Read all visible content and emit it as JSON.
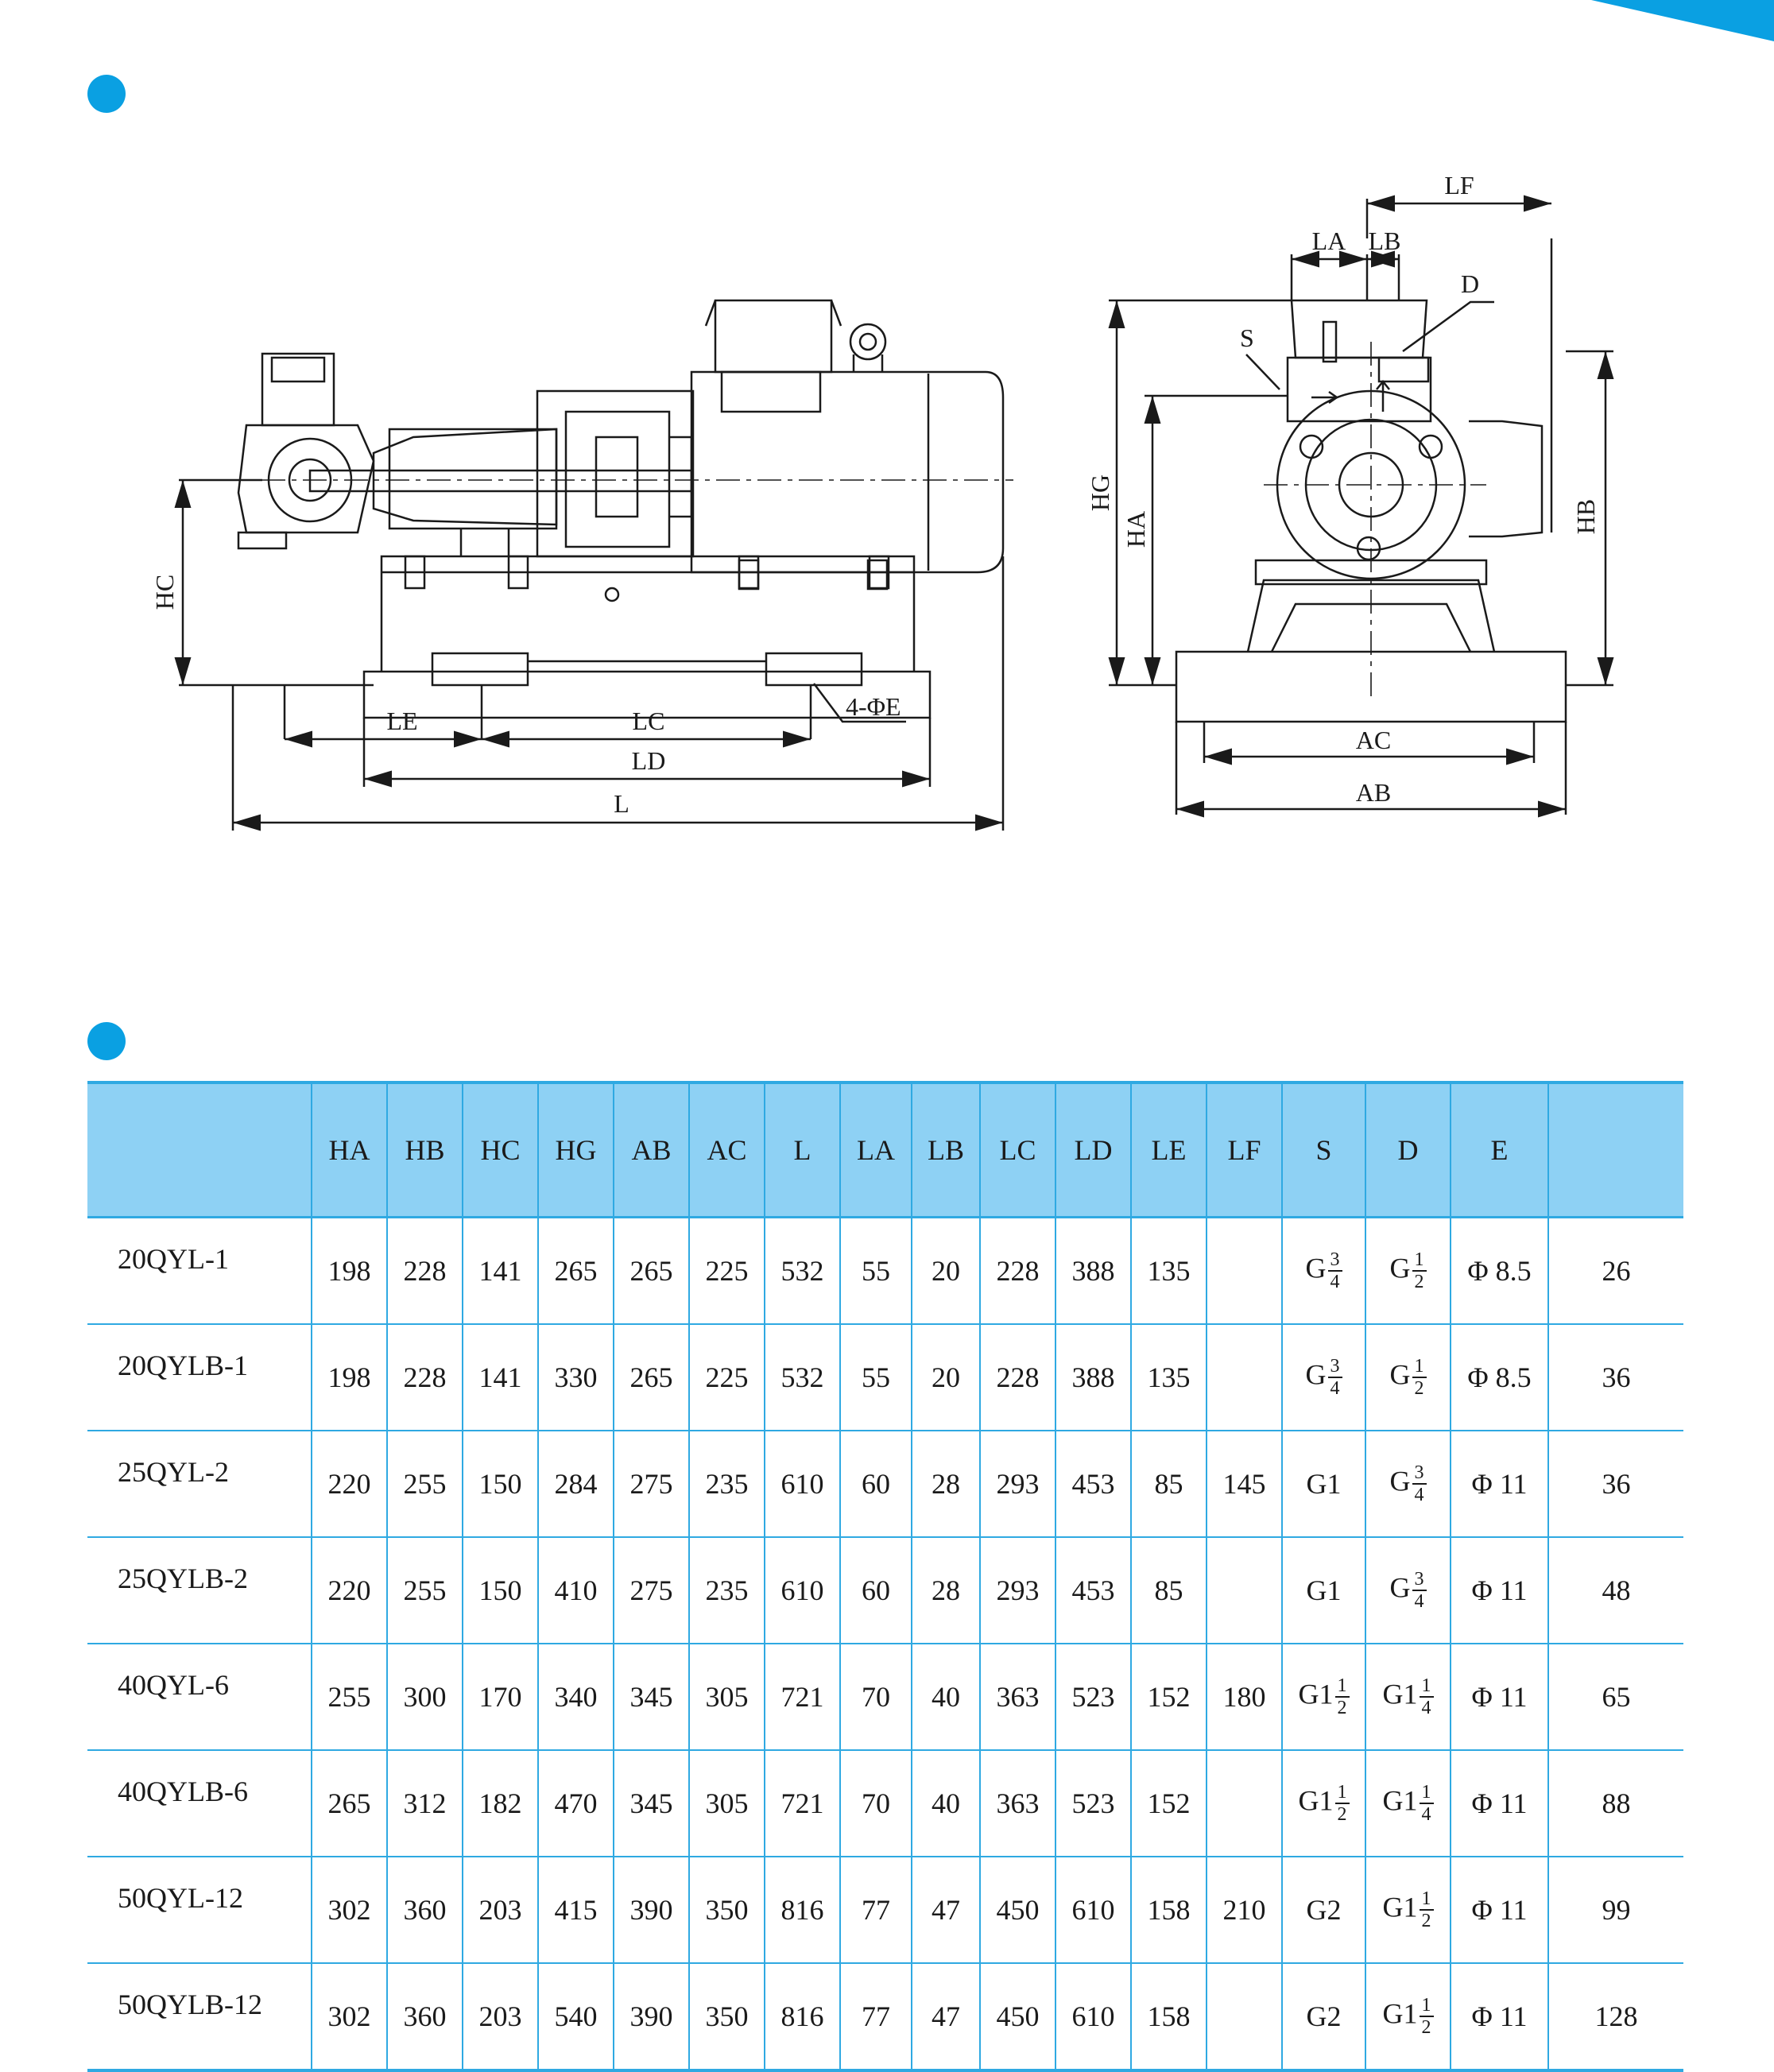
{
  "colors": {
    "accent": "#0aa0e2",
    "table_header": "#8ed1f4",
    "table_rule": "#2fa9e2"
  },
  "icons": [
    "section-dot",
    "corner-accent"
  ],
  "drawing": {
    "side_view": {
      "HC": "HC",
      "LE": "LE",
      "LC": "LC",
      "LD": "LD",
      "L": "L",
      "hole": "4-ΦE"
    },
    "end_view": {
      "LF": "LF",
      "LA": "LA",
      "LB": "LB",
      "D": "D",
      "S": "S",
      "HG": "HG",
      "HA": "HA",
      "HB": "HB",
      "AC": "AC",
      "AB": "AB"
    }
  },
  "table": {
    "headers": [
      "",
      "HA",
      "HB",
      "HC",
      "HG",
      "AB",
      "AC",
      "L",
      "LA",
      "LB",
      "LC",
      "LD",
      "LE",
      "LF",
      "S",
      "D",
      "E",
      ""
    ],
    "rows": [
      {
        "model": "20QYL-1",
        "HA": "198",
        "HB": "228",
        "HC": "141",
        "HG": "265",
        "AB": "265",
        "AC": "225",
        "L": "532",
        "LA": "55",
        "LB": "20",
        "LC": "228",
        "LD": "388",
        "LE": "135",
        "LF": "",
        "S": {
          "w": "G",
          "n": "3",
          "d": "4"
        },
        "D": {
          "w": "G",
          "n": "1",
          "d": "2"
        },
        "E": "Φ 8.5",
        "last": "26"
      },
      {
        "model": "20QYLB-1",
        "HA": "198",
        "HB": "228",
        "HC": "141",
        "HG": "330",
        "AB": "265",
        "AC": "225",
        "L": "532",
        "LA": "55",
        "LB": "20",
        "LC": "228",
        "LD": "388",
        "LE": "135",
        "LF": "",
        "S": {
          "w": "G",
          "n": "3",
          "d": "4"
        },
        "D": {
          "w": "G",
          "n": "1",
          "d": "2"
        },
        "E": "Φ 8.5",
        "last": "36"
      },
      {
        "model": "25QYL-2",
        "HA": "220",
        "HB": "255",
        "HC": "150",
        "HG": "284",
        "AB": "275",
        "AC": "235",
        "L": "610",
        "LA": "60",
        "LB": "28",
        "LC": "293",
        "LD": "453",
        "LE": "85",
        "LF": "145",
        "S": {
          "w": "G1"
        },
        "D": {
          "w": "G",
          "n": "3",
          "d": "4"
        },
        "E": "Φ 11",
        "last": "36"
      },
      {
        "model": "25QYLB-2",
        "HA": "220",
        "HB": "255",
        "HC": "150",
        "HG": "410",
        "AB": "275",
        "AC": "235",
        "L": "610",
        "LA": "60",
        "LB": "28",
        "LC": "293",
        "LD": "453",
        "LE": "85",
        "LF": "",
        "S": {
          "w": "G1"
        },
        "D": {
          "w": "G",
          "n": "3",
          "d": "4"
        },
        "E": "Φ 11",
        "last": "48"
      },
      {
        "model": "40QYL-6",
        "HA": "255",
        "HB": "300",
        "HC": "170",
        "HG": "340",
        "AB": "345",
        "AC": "305",
        "L": "721",
        "LA": "70",
        "LB": "40",
        "LC": "363",
        "LD": "523",
        "LE": "152",
        "LF": "180",
        "S": {
          "w": "G1",
          "n": "1",
          "d": "2"
        },
        "D": {
          "w": "G1",
          "n": "1",
          "d": "4"
        },
        "E": "Φ 11",
        "last": "65"
      },
      {
        "model": "40QYLB-6",
        "HA": "265",
        "HB": "312",
        "HC": "182",
        "HG": "470",
        "AB": "345",
        "AC": "305",
        "L": "721",
        "LA": "70",
        "LB": "40",
        "LC": "363",
        "LD": "523",
        "LE": "152",
        "LF": "",
        "S": {
          "w": "G1",
          "n": "1",
          "d": "2"
        },
        "D": {
          "w": "G1",
          "n": "1",
          "d": "4"
        },
        "E": "Φ 11",
        "last": "88"
      },
      {
        "model": "50QYL-12",
        "HA": "302",
        "HB": "360",
        "HC": "203",
        "HG": "415",
        "AB": "390",
        "AC": "350",
        "L": "816",
        "LA": "77",
        "LB": "47",
        "LC": "450",
        "LD": "610",
        "LE": "158",
        "LF": "210",
        "S": {
          "w": "G2"
        },
        "D": {
          "w": "G1",
          "n": "1",
          "d": "2"
        },
        "E": "Φ 11",
        "last": "99"
      },
      {
        "model": "50QYLB-12",
        "HA": "302",
        "HB": "360",
        "HC": "203",
        "HG": "540",
        "AB": "390",
        "AC": "350",
        "L": "816",
        "LA": "77",
        "LB": "47",
        "LC": "450",
        "LD": "610",
        "LE": "158",
        "LF": "",
        "S": {
          "w": "G2"
        },
        "D": {
          "w": "G1",
          "n": "1",
          "d": "2"
        },
        "E": "Φ 11",
        "last": "128"
      }
    ]
  }
}
